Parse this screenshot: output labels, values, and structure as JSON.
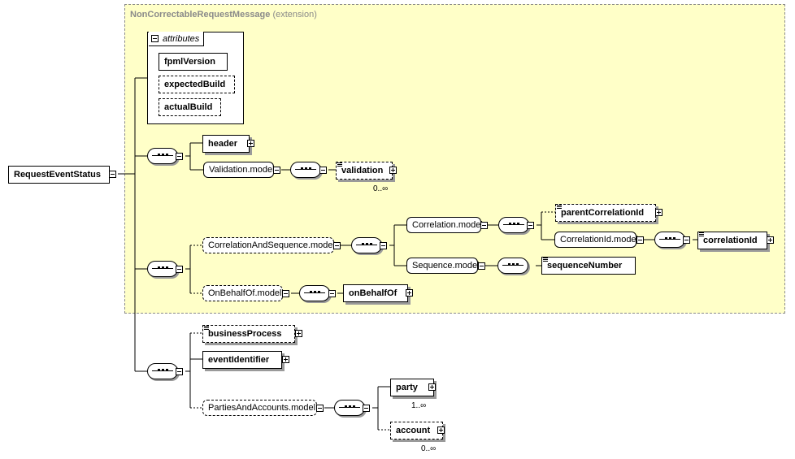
{
  "extension": {
    "name": "NonCorrectableRequestMessage",
    "qualifier": "(extension)"
  },
  "attributes": {
    "label": "attributes",
    "items": [
      "fpmlVersion",
      "expectedBuild",
      "actualBuild"
    ]
  },
  "root": "RequestEventStatus",
  "nodes": {
    "header": "header",
    "validation_model": "Validation.model",
    "validation": "validation",
    "validation_card": "0..∞",
    "correlation_and_sequence_model": "CorrelationAndSequence.model",
    "correlation_model": "Correlation.model",
    "parent_correlation_id": "parentCorrelationId",
    "correlation_id_model": "CorrelationId.model",
    "correlation_id": "correlationId",
    "sequence_model": "Sequence.model",
    "sequence_number": "sequenceNumber",
    "on_behalf_of_model": "OnBehalfOf.model",
    "on_behalf_of": "onBehalfOf",
    "business_process": "businessProcess",
    "event_identifier": "eventIdentifier",
    "parties_and_accounts_model": "PartiesAndAccounts.model",
    "party": "party",
    "party_card": "1..∞",
    "account": "account",
    "account_card": "0..∞"
  }
}
